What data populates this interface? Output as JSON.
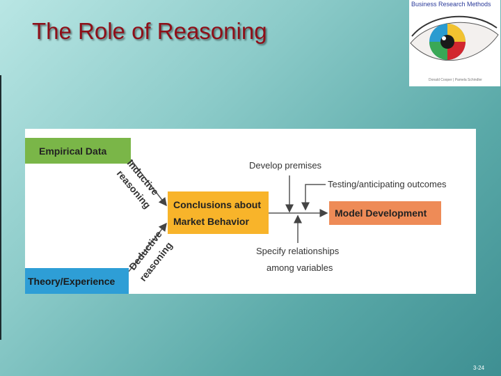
{
  "slide": {
    "title": "The Role of Reasoning",
    "number": "3-24"
  },
  "logo": {
    "title": "Business Research Methods",
    "authors": "Donald Cooper | Pamela Schindler",
    "icon": "eye-icon"
  },
  "diagram": {
    "boxes": {
      "empirical_data": "Empirical Data",
      "theory_experience": "Theory/Experience",
      "conclusions": "Conclusions about\nMarket Behavior",
      "model_development": "Model Development"
    },
    "labels": {
      "inductive_line1": "Inductive",
      "inductive_line2": "reasoning",
      "deductive_line1": "Deductive",
      "deductive_line2": "reasoning",
      "develop_premises": "Develop premises",
      "testing": "Testing/anticipating outcomes",
      "specify_line1": "Specify relationships",
      "specify_line2": "among variables"
    },
    "colors": {
      "empirical_data": "#7ab648",
      "theory_experience": "#2e9ed6",
      "conclusions": "#f8b42a",
      "model_development": "#ee8b57",
      "title": "#8e0f18"
    }
  }
}
